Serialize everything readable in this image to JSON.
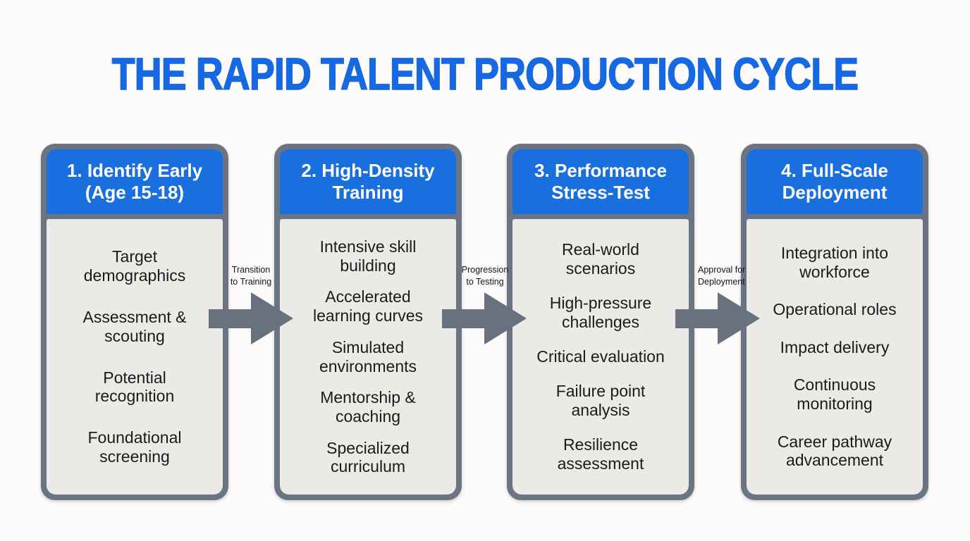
{
  "title": "THE RAPID TALENT PRODUCTION CYCLE",
  "colors": {
    "title_blue": "#1669e2",
    "header_blue": "#1a6fde",
    "frame_slate": "#6b7483",
    "arrow_slate": "#68727f",
    "body_gray": "#ebeae7",
    "page_background": "#fcfbf9",
    "header_text": "#ffffff",
    "body_text": "#1b1b1b"
  },
  "cards": [
    {
      "header": "1. Identify Early\n(Age 15-18)",
      "items": [
        "Target\ndemographics",
        "Assessment &\nscouting",
        "Potential\nrecognition",
        "Foundational\nscreening"
      ]
    },
    {
      "header": "2. High-Density\nTraining",
      "items": [
        "Intensive skill\nbuilding",
        "Accelerated\nlearning curves",
        "Simulated\nenvironments",
        "Mentorship &\ncoaching",
        "Specialized\ncurriculum"
      ]
    },
    {
      "header": "3. Performance\nStress-Test",
      "items": [
        "Real-world\nscenarios",
        "High-pressure\nchallenges",
        "Critical evaluation",
        "Failure point\nanalysis",
        "Resilience\nassessment"
      ]
    },
    {
      "header": "4. Full-Scale\nDeployment",
      "items": [
        "Integration into\nworkforce",
        "Operational roles",
        "Impact delivery",
        "Continuous\nmonitoring",
        "Career pathway\nadvancement"
      ]
    }
  ],
  "arrows": [
    {
      "label": "Transition\nto Training"
    },
    {
      "label": "Progression\nto Testing"
    },
    {
      "label": "Approval for\nDeployment"
    }
  ]
}
